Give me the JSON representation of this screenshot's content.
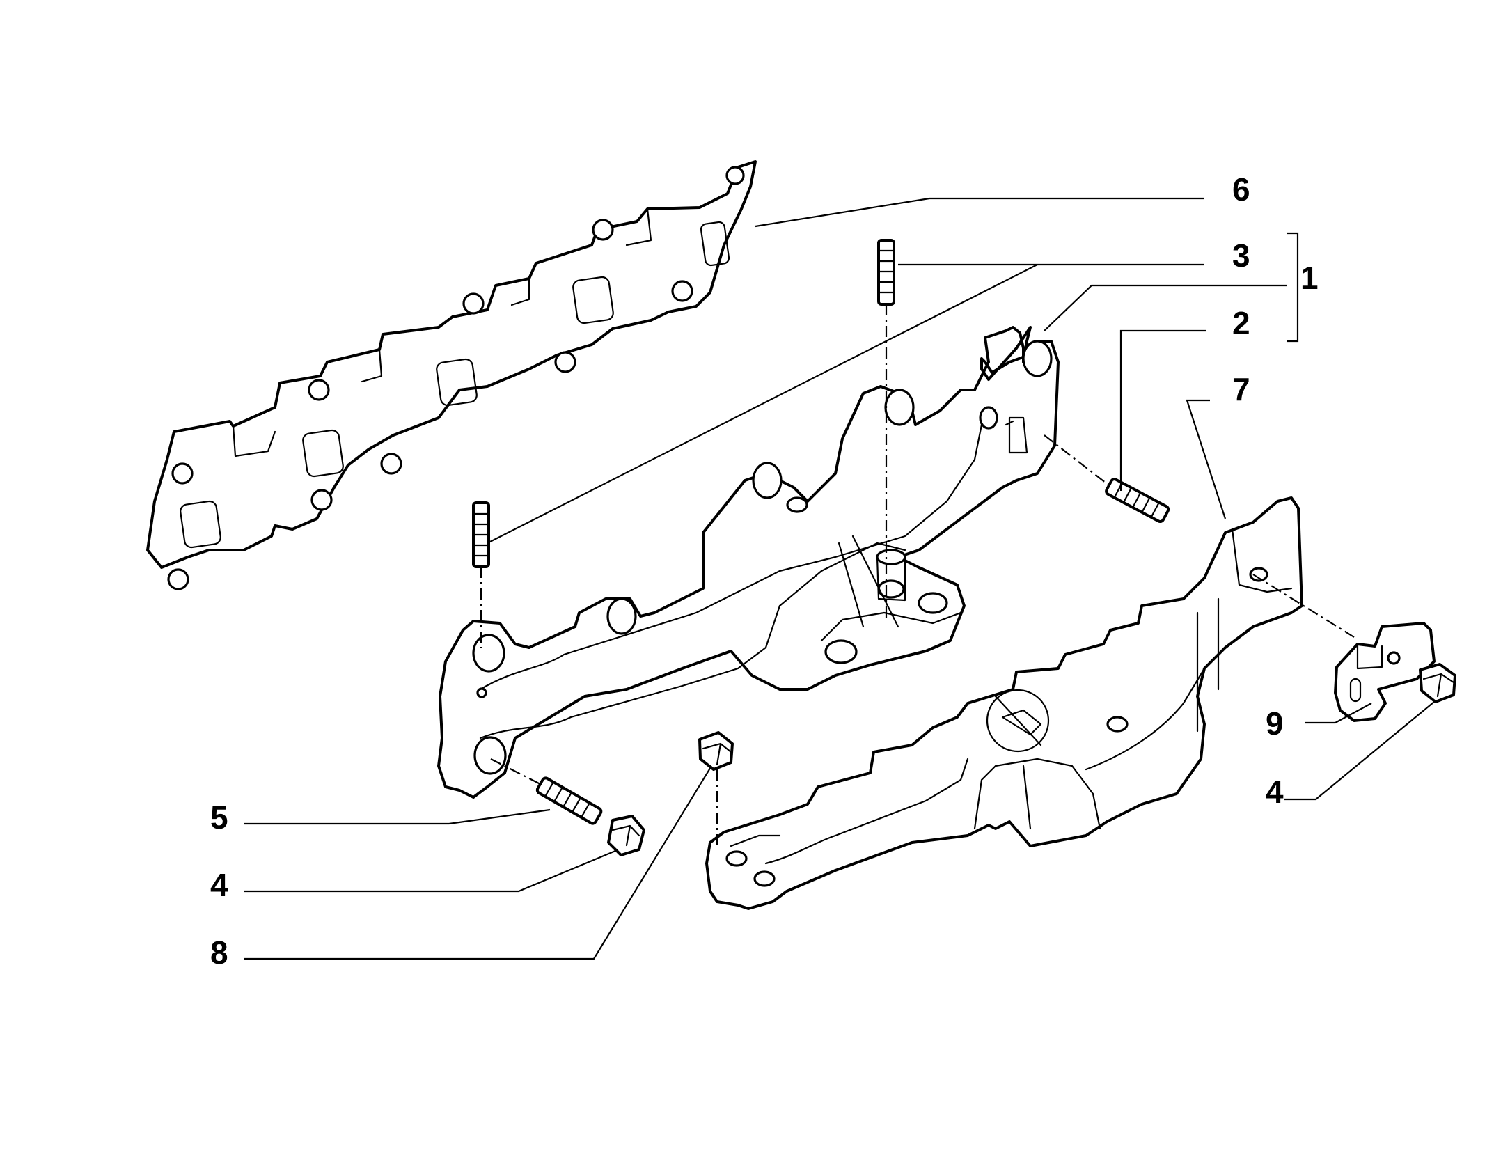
{
  "diagram": {
    "callouts": [
      {
        "id": "c6",
        "label": "6"
      },
      {
        "id": "c3",
        "label": "3"
      },
      {
        "id": "c1",
        "label": "1"
      },
      {
        "id": "c2a",
        "label": "2"
      },
      {
        "id": "c7",
        "label": "7"
      },
      {
        "id": "c9",
        "label": "9"
      },
      {
        "id": "c4r",
        "label": "4"
      },
      {
        "id": "c5",
        "label": "5"
      },
      {
        "id": "c4l",
        "label": "4"
      },
      {
        "id": "c8",
        "label": "8"
      }
    ]
  }
}
